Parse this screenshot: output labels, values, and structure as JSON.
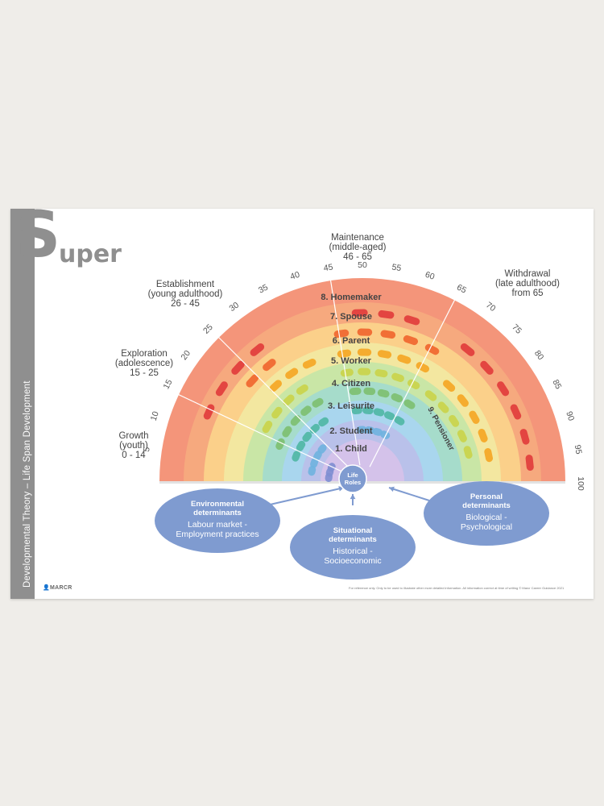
{
  "title": {
    "letter": "S",
    "rest": "uper"
  },
  "sidebar_text": "Developmental Theory – Life Span Development",
  "stages": {
    "growth": {
      "name": "Growth",
      "detail": "(youth)",
      "range": "0 - 14"
    },
    "exploration": {
      "name": "Exploration",
      "detail": "(adolescence)",
      "range": "15 - 25"
    },
    "establishment": {
      "name": "Establishment",
      "detail": "(young adulthood)",
      "range": "26 - 45"
    },
    "maintenance": {
      "name": "Maintenance",
      "detail": "(middle-aged)",
      "range": "46 - 65"
    },
    "withdrawal": {
      "name": "Withdrawal",
      "detail": "(late adulthood)",
      "range": "from 65"
    }
  },
  "ages": [
    "5",
    "10",
    "15",
    "20",
    "25",
    "30",
    "35",
    "40",
    "45",
    "50",
    "55",
    "60",
    "65",
    "70",
    "75",
    "80",
    "85",
    "90",
    "95",
    "100"
  ],
  "roles": [
    {
      "label": "8. Homemaker",
      "color": "#e23b3b"
    },
    {
      "label": "7. Spouse",
      "color": "#f0652e"
    },
    {
      "label": "6. Parent",
      "color": "#f6a623"
    },
    {
      "label": "5. Worker",
      "color": "#cbd44a"
    },
    {
      "label": "4. Citizen",
      "color": "#7dc070"
    },
    {
      "label": "3. Leisurite",
      "color": "#4fb7a4"
    },
    {
      "label": "2. Student",
      "color": "#6fb3e0"
    },
    {
      "label": "1. Child",
      "color": "#7f8fd2"
    }
  ],
  "pensioner_label": "9. Pensioner",
  "center_label": "Life Roles",
  "determinants": {
    "environmental": {
      "title1": "Environmental",
      "title2": "determinants",
      "line1": "Labour market -",
      "line2": "Employment practices"
    },
    "situational": {
      "title1": "Situational",
      "title2": "determinants",
      "line1": "Historical -",
      "line2": "Socioeconomic"
    },
    "personal": {
      "title1": "Personal",
      "title2": "determinants",
      "line1": "Biological -",
      "line2": "Psychological"
    }
  },
  "colors": {
    "band_outer": "#f4957a",
    "band2": "#f6a97e",
    "band3": "#fbd08a",
    "band4": "#f3e7a0",
    "band5": "#c9e6a6",
    "band6": "#a6dccb",
    "band7": "#a9d6ee",
    "band8": "#b9c1ea",
    "band9": "#d4c2ea",
    "ellipse": "#7f9bd0",
    "sidebar": "#8f8f8f"
  },
  "brand": "MARCR",
  "footer_note": "For reference only. Only to be used to illustrate other more detailed information. All information correct at time of writing © Marcr Career Guidance 2021"
}
